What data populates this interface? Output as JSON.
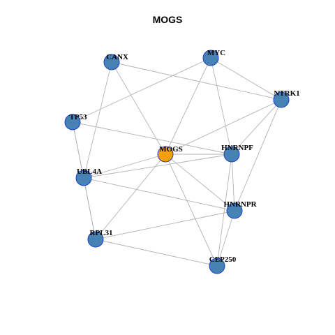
{
  "title": "MOGS",
  "colors": {
    "hub_fill": "#F5A00A",
    "node_fill": "#4682B4",
    "node_stroke": "#1F3FC7",
    "edge": "#B3B3B3"
  },
  "nodes": [
    {
      "id": "MOGS",
      "hub": true
    },
    {
      "id": "CANX"
    },
    {
      "id": "MYC"
    },
    {
      "id": "NTRK1"
    },
    {
      "id": "TP53"
    },
    {
      "id": "HNRNPF"
    },
    {
      "id": "UBL4A"
    },
    {
      "id": "HNRNPR"
    },
    {
      "id": "RPL31"
    },
    {
      "id": "CEP250"
    }
  ],
  "edges": [
    [
      "CANX",
      "NTRK1"
    ],
    [
      "CANX",
      "MOGS"
    ],
    [
      "CANX",
      "UBL4A"
    ],
    [
      "MYC",
      "TP53"
    ],
    [
      "MYC",
      "MOGS"
    ],
    [
      "MYC",
      "HNRNPF"
    ],
    [
      "MYC",
      "NTRK1"
    ],
    [
      "NTRK1",
      "MOGS"
    ],
    [
      "NTRK1",
      "HNRNPF"
    ],
    [
      "NTRK1",
      "HNRNPR"
    ],
    [
      "TP53",
      "HNRNPF"
    ],
    [
      "TP53",
      "UBL4A"
    ],
    [
      "TP53",
      "RPL31"
    ],
    [
      "MOGS",
      "UBL4A"
    ],
    [
      "MOGS",
      "HNRNPF"
    ],
    [
      "MOGS",
      "HNRNPR"
    ],
    [
      "MOGS",
      "CEP250"
    ],
    [
      "MOGS",
      "RPL31"
    ],
    [
      "UBL4A",
      "HNRNPF"
    ],
    [
      "UBL4A",
      "HNRNPR"
    ],
    [
      "UBL4A",
      "RPL31"
    ],
    [
      "HNRNPF",
      "HNRNPR"
    ],
    [
      "HNRNPF",
      "CEP250"
    ],
    [
      "HNRNPR",
      "RPL31"
    ],
    [
      "HNRNPR",
      "CEP250"
    ],
    [
      "RPL31",
      "CEP250"
    ]
  ]
}
